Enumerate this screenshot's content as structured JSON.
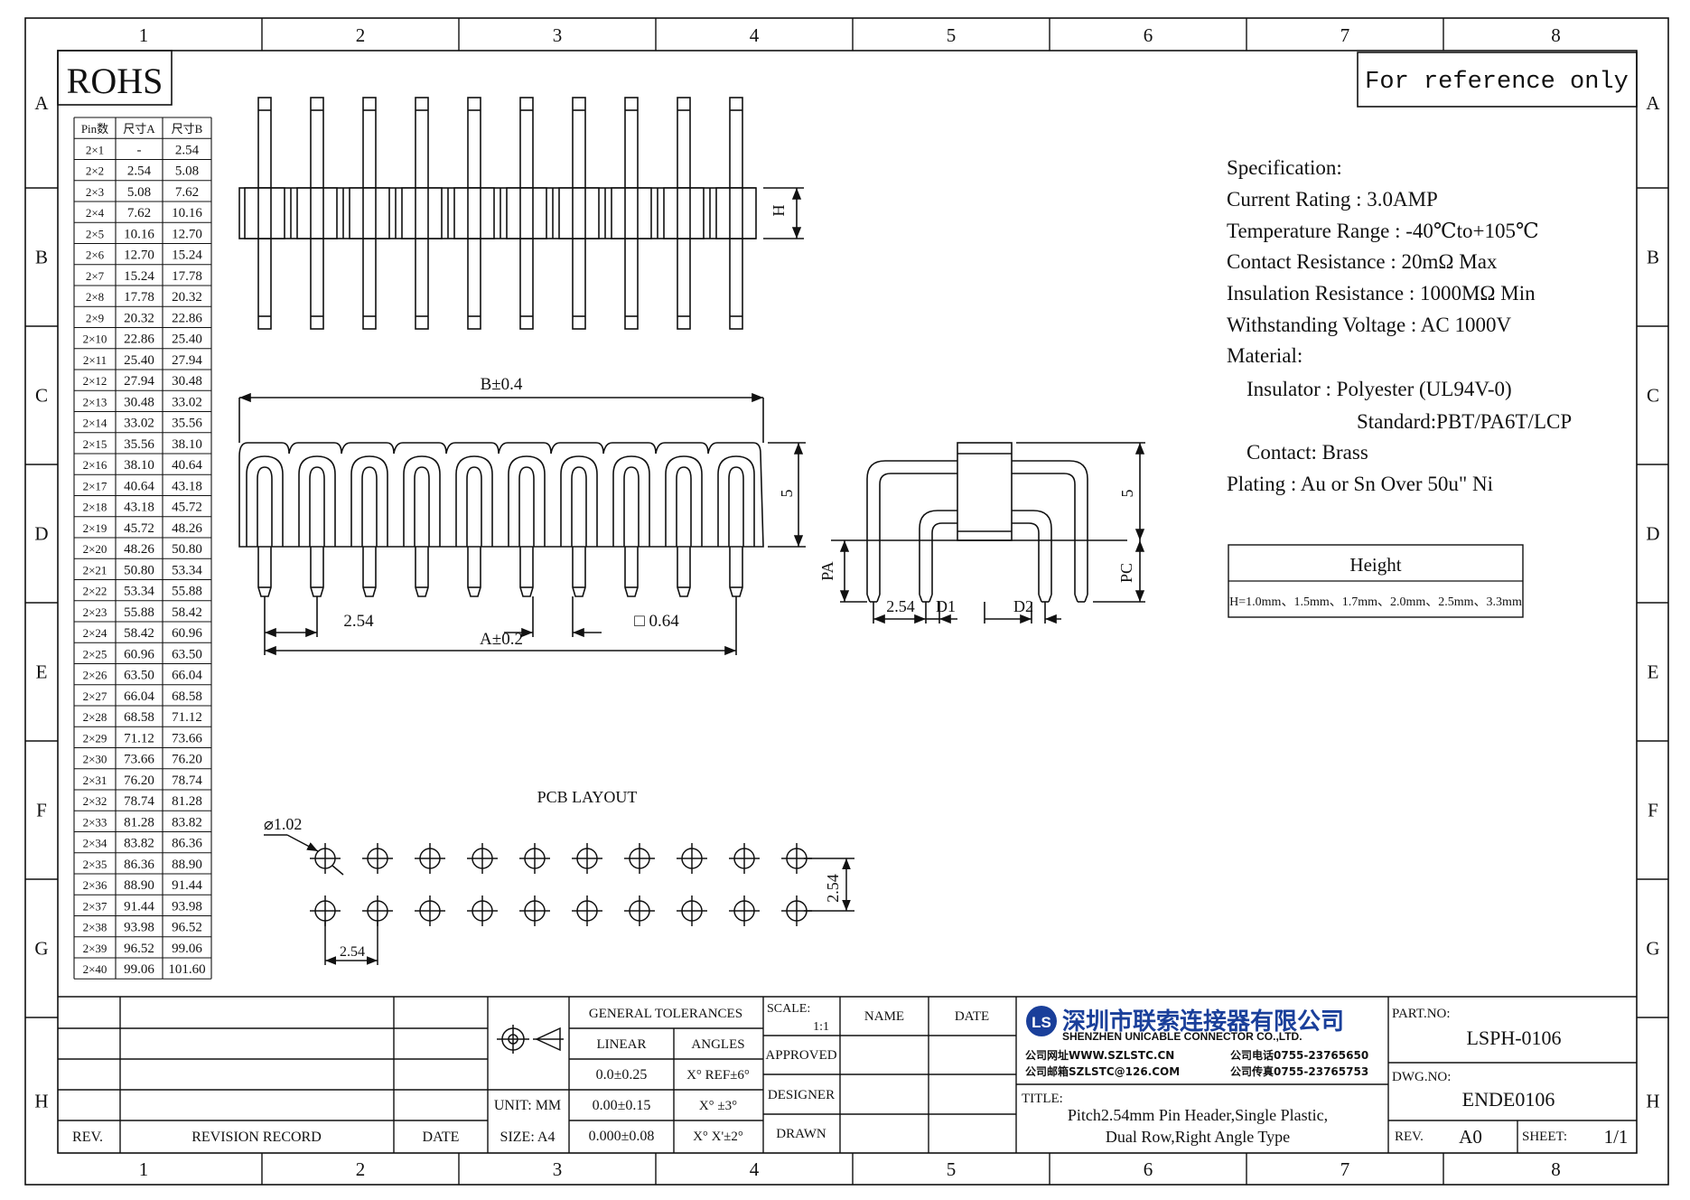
{
  "frame": {
    "columns": [
      "1",
      "2",
      "3",
      "4",
      "5",
      "6",
      "7",
      "8"
    ],
    "rows": [
      "A",
      "B",
      "C",
      "D",
      "E",
      "F",
      "G",
      "H"
    ]
  },
  "rohs_label": "ROHS",
  "reference_note": "For reference only",
  "pin_table": {
    "headers": [
      "Pin数",
      "尺寸A",
      "尺寸B"
    ],
    "rows": [
      [
        "2×1",
        "-",
        "2.54"
      ],
      [
        "2×2",
        "2.54",
        "5.08"
      ],
      [
        "2×3",
        "5.08",
        "7.62"
      ],
      [
        "2×4",
        "7.62",
        "10.16"
      ],
      [
        "2×5",
        "10.16",
        "12.70"
      ],
      [
        "2×6",
        "12.70",
        "15.24"
      ],
      [
        "2×7",
        "15.24",
        "17.78"
      ],
      [
        "2×8",
        "17.78",
        "20.32"
      ],
      [
        "2×9",
        "20.32",
        "22.86"
      ],
      [
        "2×10",
        "22.86",
        "25.40"
      ],
      [
        "2×11",
        "25.40",
        "27.94"
      ],
      [
        "2×12",
        "27.94",
        "30.48"
      ],
      [
        "2×13",
        "30.48",
        "33.02"
      ],
      [
        "2×14",
        "33.02",
        "35.56"
      ],
      [
        "2×15",
        "35.56",
        "38.10"
      ],
      [
        "2×16",
        "38.10",
        "40.64"
      ],
      [
        "2×17",
        "40.64",
        "43.18"
      ],
      [
        "2×18",
        "43.18",
        "45.72"
      ],
      [
        "2×19",
        "45.72",
        "48.26"
      ],
      [
        "2×20",
        "48.26",
        "50.80"
      ],
      [
        "2×21",
        "50.80",
        "53.34"
      ],
      [
        "2×22",
        "53.34",
        "55.88"
      ],
      [
        "2×23",
        "55.88",
        "58.42"
      ],
      [
        "2×24",
        "58.42",
        "60.96"
      ],
      [
        "2×25",
        "60.96",
        "63.50"
      ],
      [
        "2×26",
        "63.50",
        "66.04"
      ],
      [
        "2×27",
        "66.04",
        "68.58"
      ],
      [
        "2×28",
        "68.58",
        "71.12"
      ],
      [
        "2×29",
        "71.12",
        "73.66"
      ],
      [
        "2×30",
        "73.66",
        "76.20"
      ],
      [
        "2×31",
        "76.20",
        "78.74"
      ],
      [
        "2×32",
        "78.74",
        "81.28"
      ],
      [
        "2×33",
        "81.28",
        "83.82"
      ],
      [
        "2×34",
        "83.82",
        "86.36"
      ],
      [
        "2×35",
        "86.36",
        "88.90"
      ],
      [
        "2×36",
        "88.90",
        "91.44"
      ],
      [
        "2×37",
        "91.44",
        "93.98"
      ],
      [
        "2×38",
        "93.98",
        "96.52"
      ],
      [
        "2×39",
        "96.52",
        "99.06"
      ],
      [
        "2×40",
        "99.06",
        "101.60"
      ]
    ]
  },
  "dims": {
    "h": "H",
    "b": "B±0.4",
    "five_front": "5",
    "pitch": "2.54",
    "a": "A±0.2",
    "pin_square": "□ 0.64",
    "pa": "PA",
    "side_pitch": "2.54",
    "d1": "D1",
    "d2": "D2",
    "five_side": "5",
    "pc": "PC",
    "pcb_title": "PCB LAYOUT",
    "hole_dia": "⌀1.02",
    "pcb_row_pitch": "2.54",
    "pcb_col_pitch": "2.54"
  },
  "specs": {
    "lines": [
      "Specification:",
      "Current Rating : 3.0AMP",
      "Temperature Range : -40℃to+105℃",
      "Contact Resistance : 20mΩ Max",
      "Insulation Resistance : 1000MΩ Min",
      "Withstanding Voltage : AC 1000V",
      "Material:",
      "Insulator : Polyester (UL94V-0)",
      "Standard:PBT/PA6T/LCP",
      "Contact: Brass",
      "Plating : Au or Sn Over 50u\" Ni"
    ]
  },
  "height_box": {
    "title": "Height",
    "values": "H=1.0mm、1.5mm、1.7mm、2.0mm、2.5mm、3.3mm"
  },
  "title_block": {
    "rev_label": "REV.",
    "revision_record": "REVISION RECORD",
    "date_label": "DATE",
    "unit": "UNIT: MM",
    "size": "SIZE: A4",
    "general_tolerances": "GENERAL TOLERANCES",
    "linear": "LINEAR",
    "angles": "ANGLES",
    "tol_1": "0.0±0.25",
    "tol_2": "0.00±0.15",
    "tol_3": "0.000±0.08",
    "ang_1": "X° REF±6°",
    "ang_2": "X° ±3°",
    "ang_3": "X° X'±2°",
    "scale_label": "SCALE:",
    "scale_value": "1:1",
    "name": "NAME",
    "date": "DATE",
    "approved": "APPROVED",
    "designer": "DESIGNER",
    "drawn": "DRAWN",
    "company_cn": "深圳市联索连接器有限公司",
    "company_en": "SHENZHEN UNICABLE CONNECTOR CO.,LTD.",
    "website": "公司网址WWW.SZLSTC.CN",
    "email": "公司邮箱SZLSTC@126.COM",
    "phone": "公司电话0755-23765650",
    "fax": "公司传真0755-23765753",
    "title_label": "TITLE:",
    "title_line1": "Pitch2.54mm Pin Header,Single Plastic,",
    "title_line2": "Dual Row,Right Angle Type",
    "part_no_label": "PART.NO:",
    "part_no": "LSPH-0106",
    "dwg_no_label": "DWG.NO:",
    "dwg_no": "ENDE0106",
    "rev_value": "A0",
    "sheet_label": "SHEET:",
    "sheet_value": "1/1"
  },
  "colors": {
    "line": "#111111",
    "logo_blue": "#1a3f9a"
  }
}
